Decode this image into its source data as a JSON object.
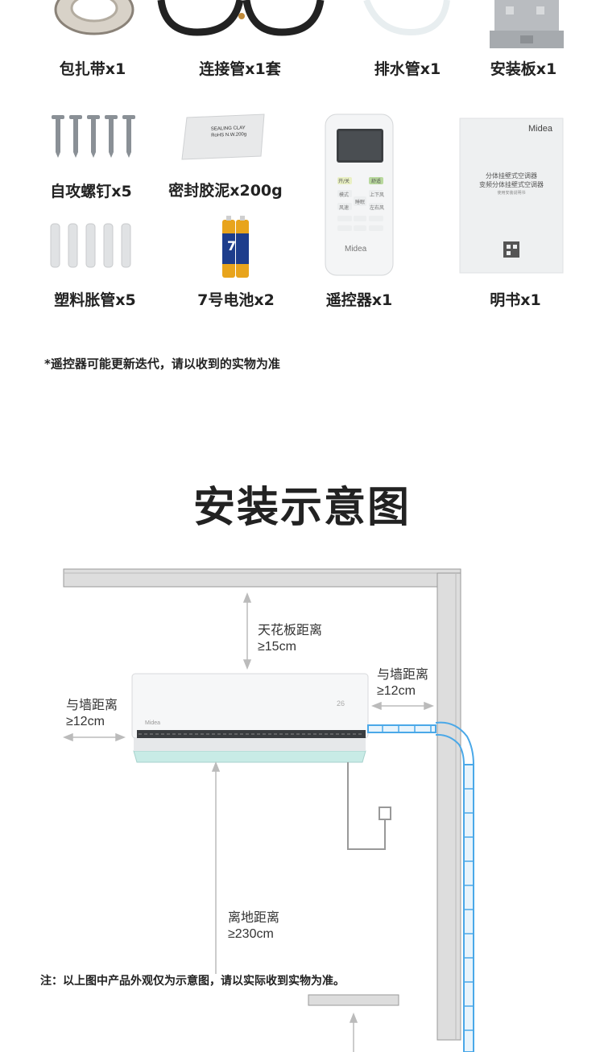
{
  "accessories": {
    "row1": [
      "包扎带x1",
      "连接管x1套",
      "排水管x1",
      "安装板x1"
    ],
    "row2": [
      "自攻螺钉x5",
      "密封胶泥x200g"
    ],
    "row3": [
      "塑料胀管x5",
      "7号电池x2",
      "遥控器x1",
      "明书x1"
    ]
  },
  "sealing_clay_pack": {
    "line1": "SEALING CLAY",
    "line2": "RoHS",
    "line3": "N.W.200g"
  },
  "battery_text": "7",
  "remote": {
    "brand": "Midea",
    "buttons": [
      "开/关",
      "舒适",
      "模式",
      "睡眠",
      "上下风",
      "风速",
      "左右风"
    ]
  },
  "manual": {
    "brand": "Midea",
    "line1": "分体挂壁式空调器",
    "line2": "变频分体挂壁式空调器",
    "line3": "使用安装说明书"
  },
  "remote_note": "*遥控器可能更新迭代，请以收到的实物为准",
  "section_title": "安装示意图",
  "diagram": {
    "ceiling_label": "天花板距离",
    "ceiling_value": "≥15cm",
    "right_wall_label": "与墙距离",
    "right_wall_value": "≥12cm",
    "left_wall_label": "与墙距离",
    "left_wall_value": "≥12cm",
    "floor_label": "离地距离",
    "floor_value": "≥230cm",
    "ac_brand": "Midea",
    "ac_display": "26"
  },
  "bottom_note": "注：以上图中产品外观仅为示意图，请以实际收到实物为准。",
  "colors": {
    "pipe": "#4aa8e8",
    "wall": "#999999",
    "text": "#222222"
  }
}
